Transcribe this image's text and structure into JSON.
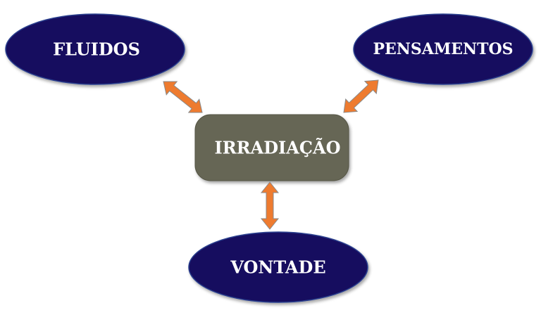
{
  "nodes": {
    "fluidos": {
      "label": "FLUIDOS"
    },
    "pensamentos": {
      "label": "PENSAMENTOS"
    },
    "irradiacao": {
      "label": "IRRADIAÇÃO"
    },
    "vontade": {
      "label": "VONTADE"
    }
  },
  "colors": {
    "ellipse_fill": "#16115e",
    "ellipse_stroke": "#2b3f8f",
    "center_fill": "#666655",
    "center_stroke": "#555544",
    "arrow_fill": "#ee7b2f",
    "arrow_stroke": "#8a8a8a",
    "text": "#ffffff"
  }
}
